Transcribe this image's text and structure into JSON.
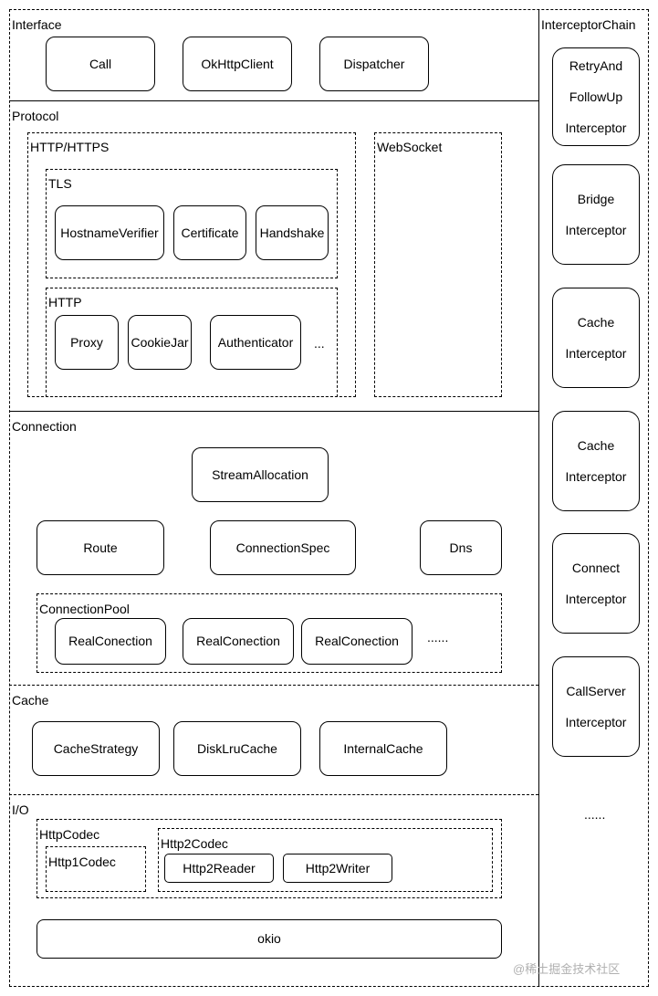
{
  "interface": {
    "title": "Interface",
    "items": [
      "Call",
      "OkHttpClient",
      "Dispatcher"
    ]
  },
  "protocol": {
    "title": "Protocol",
    "https": {
      "title": "HTTP/HTTPS",
      "tls": {
        "title": "TLS",
        "items": [
          "HostnameVerifier",
          "Certificate",
          "Handshake"
        ]
      },
      "http": {
        "title": "HTTP",
        "items": [
          "Proxy",
          "CookieJar",
          "Authenticator"
        ],
        "more": "..."
      }
    },
    "websocket": {
      "title": "WebSocket"
    }
  },
  "connection": {
    "title": "Connection",
    "stream_allocation": "StreamAllocation",
    "route": "Route",
    "connection_spec": "ConnectionSpec",
    "dns": "Dns",
    "pool": {
      "title": "ConnectionPool",
      "items": [
        "RealConection",
        "RealConection",
        "RealConection"
      ],
      "more": "......"
    }
  },
  "cache": {
    "title": "Cache",
    "items": [
      "CacheStrategy",
      "DiskLruCache",
      "InternalCache"
    ]
  },
  "io": {
    "title": "I/O",
    "http_codec": {
      "title": "HttpCodec",
      "http1": {
        "title": "Http1Codec"
      },
      "http2": {
        "title": "Http2Codec",
        "items": [
          "Http2Reader",
          "Http2Writer"
        ]
      }
    },
    "okio": "okio"
  },
  "interceptor_chain": {
    "title": "InterceptorChain",
    "items": [
      [
        "RetryAnd",
        "FollowUp",
        "Interceptor"
      ],
      [
        "Bridge",
        "Interceptor"
      ],
      [
        "Cache",
        "Interceptor"
      ],
      [
        "Cache",
        "Interceptor"
      ],
      [
        "Connect",
        "Interceptor"
      ],
      [
        "CallServer",
        "Interceptor"
      ]
    ],
    "more": "......"
  },
  "watermark": "@稀土掘金技术社区"
}
